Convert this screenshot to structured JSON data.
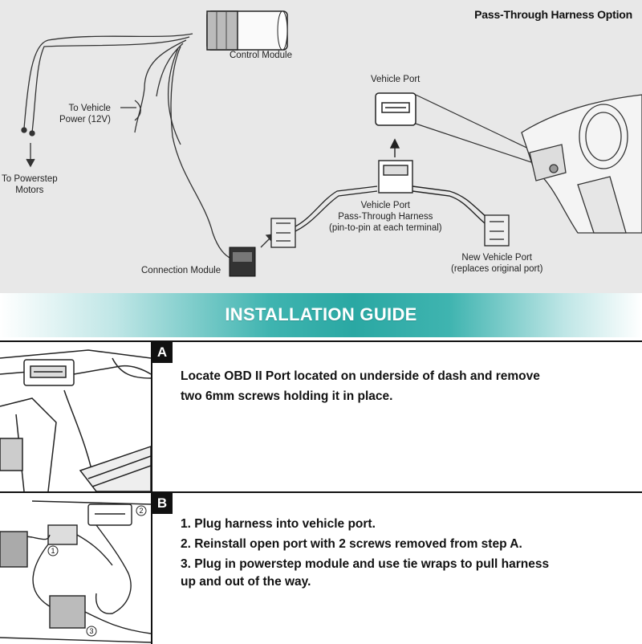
{
  "diagram": {
    "title": "Pass-Through Harness Option",
    "labels": {
      "control_module": "Control Module",
      "to_vehicle_power_1": "To Vehicle",
      "to_vehicle_power_2": "Power (12V)",
      "to_powerstep_1": "To Powerstep",
      "to_powerstep_2": "Motors",
      "vehicle_port": "Vehicle Port",
      "harness_1": "Vehicle Port",
      "harness_2": "Pass-Through Harness",
      "harness_3": "(pin-to-pin at each terminal)",
      "connection_module": "Connection Module",
      "new_port_1": "New Vehicle Port",
      "new_port_2": "(replaces original port)"
    }
  },
  "banner": {
    "title": "INSTALLATION GUIDE"
  },
  "steps": [
    {
      "badge": "A",
      "lines": [
        "Locate OBD II Port located on underside of dash and remove",
        "two 6mm screws holding it in place."
      ]
    },
    {
      "badge": "B",
      "callouts": [
        "1",
        "2",
        "3"
      ],
      "items": [
        "1. Plug harness into vehicle port.",
        "2. Reinstall open port with 2 screws removed from step A.",
        "3. Plug in powerstep module and use tie wraps to pull harness",
        "up and out of the way."
      ]
    }
  ]
}
